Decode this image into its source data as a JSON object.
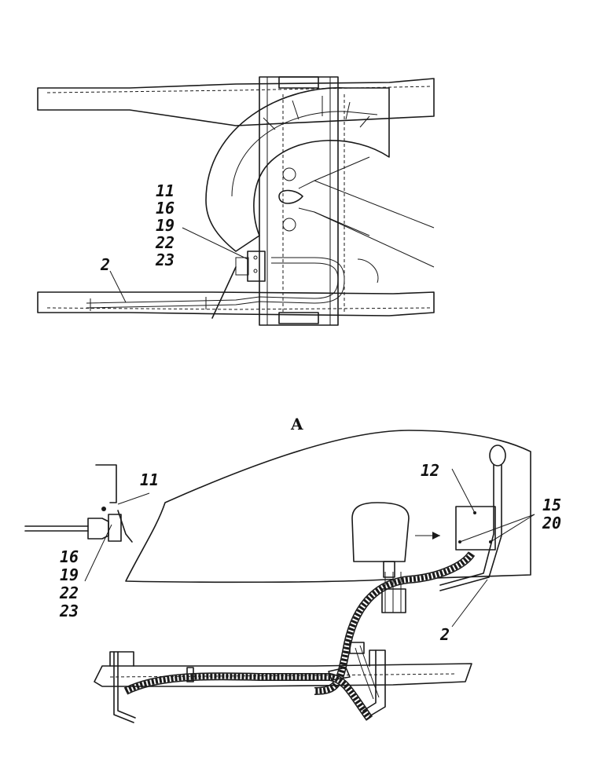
{
  "view_label": "A",
  "callouts_top": {
    "part_list": [
      "11",
      "16",
      "19",
      "22",
      "23"
    ],
    "harness": "2"
  },
  "callouts_bottom": {
    "switch_top": "11",
    "switch_list": [
      "16",
      "19",
      "22",
      "23"
    ],
    "box": "12",
    "box_screws": [
      "15",
      "20"
    ],
    "harness": "2"
  }
}
